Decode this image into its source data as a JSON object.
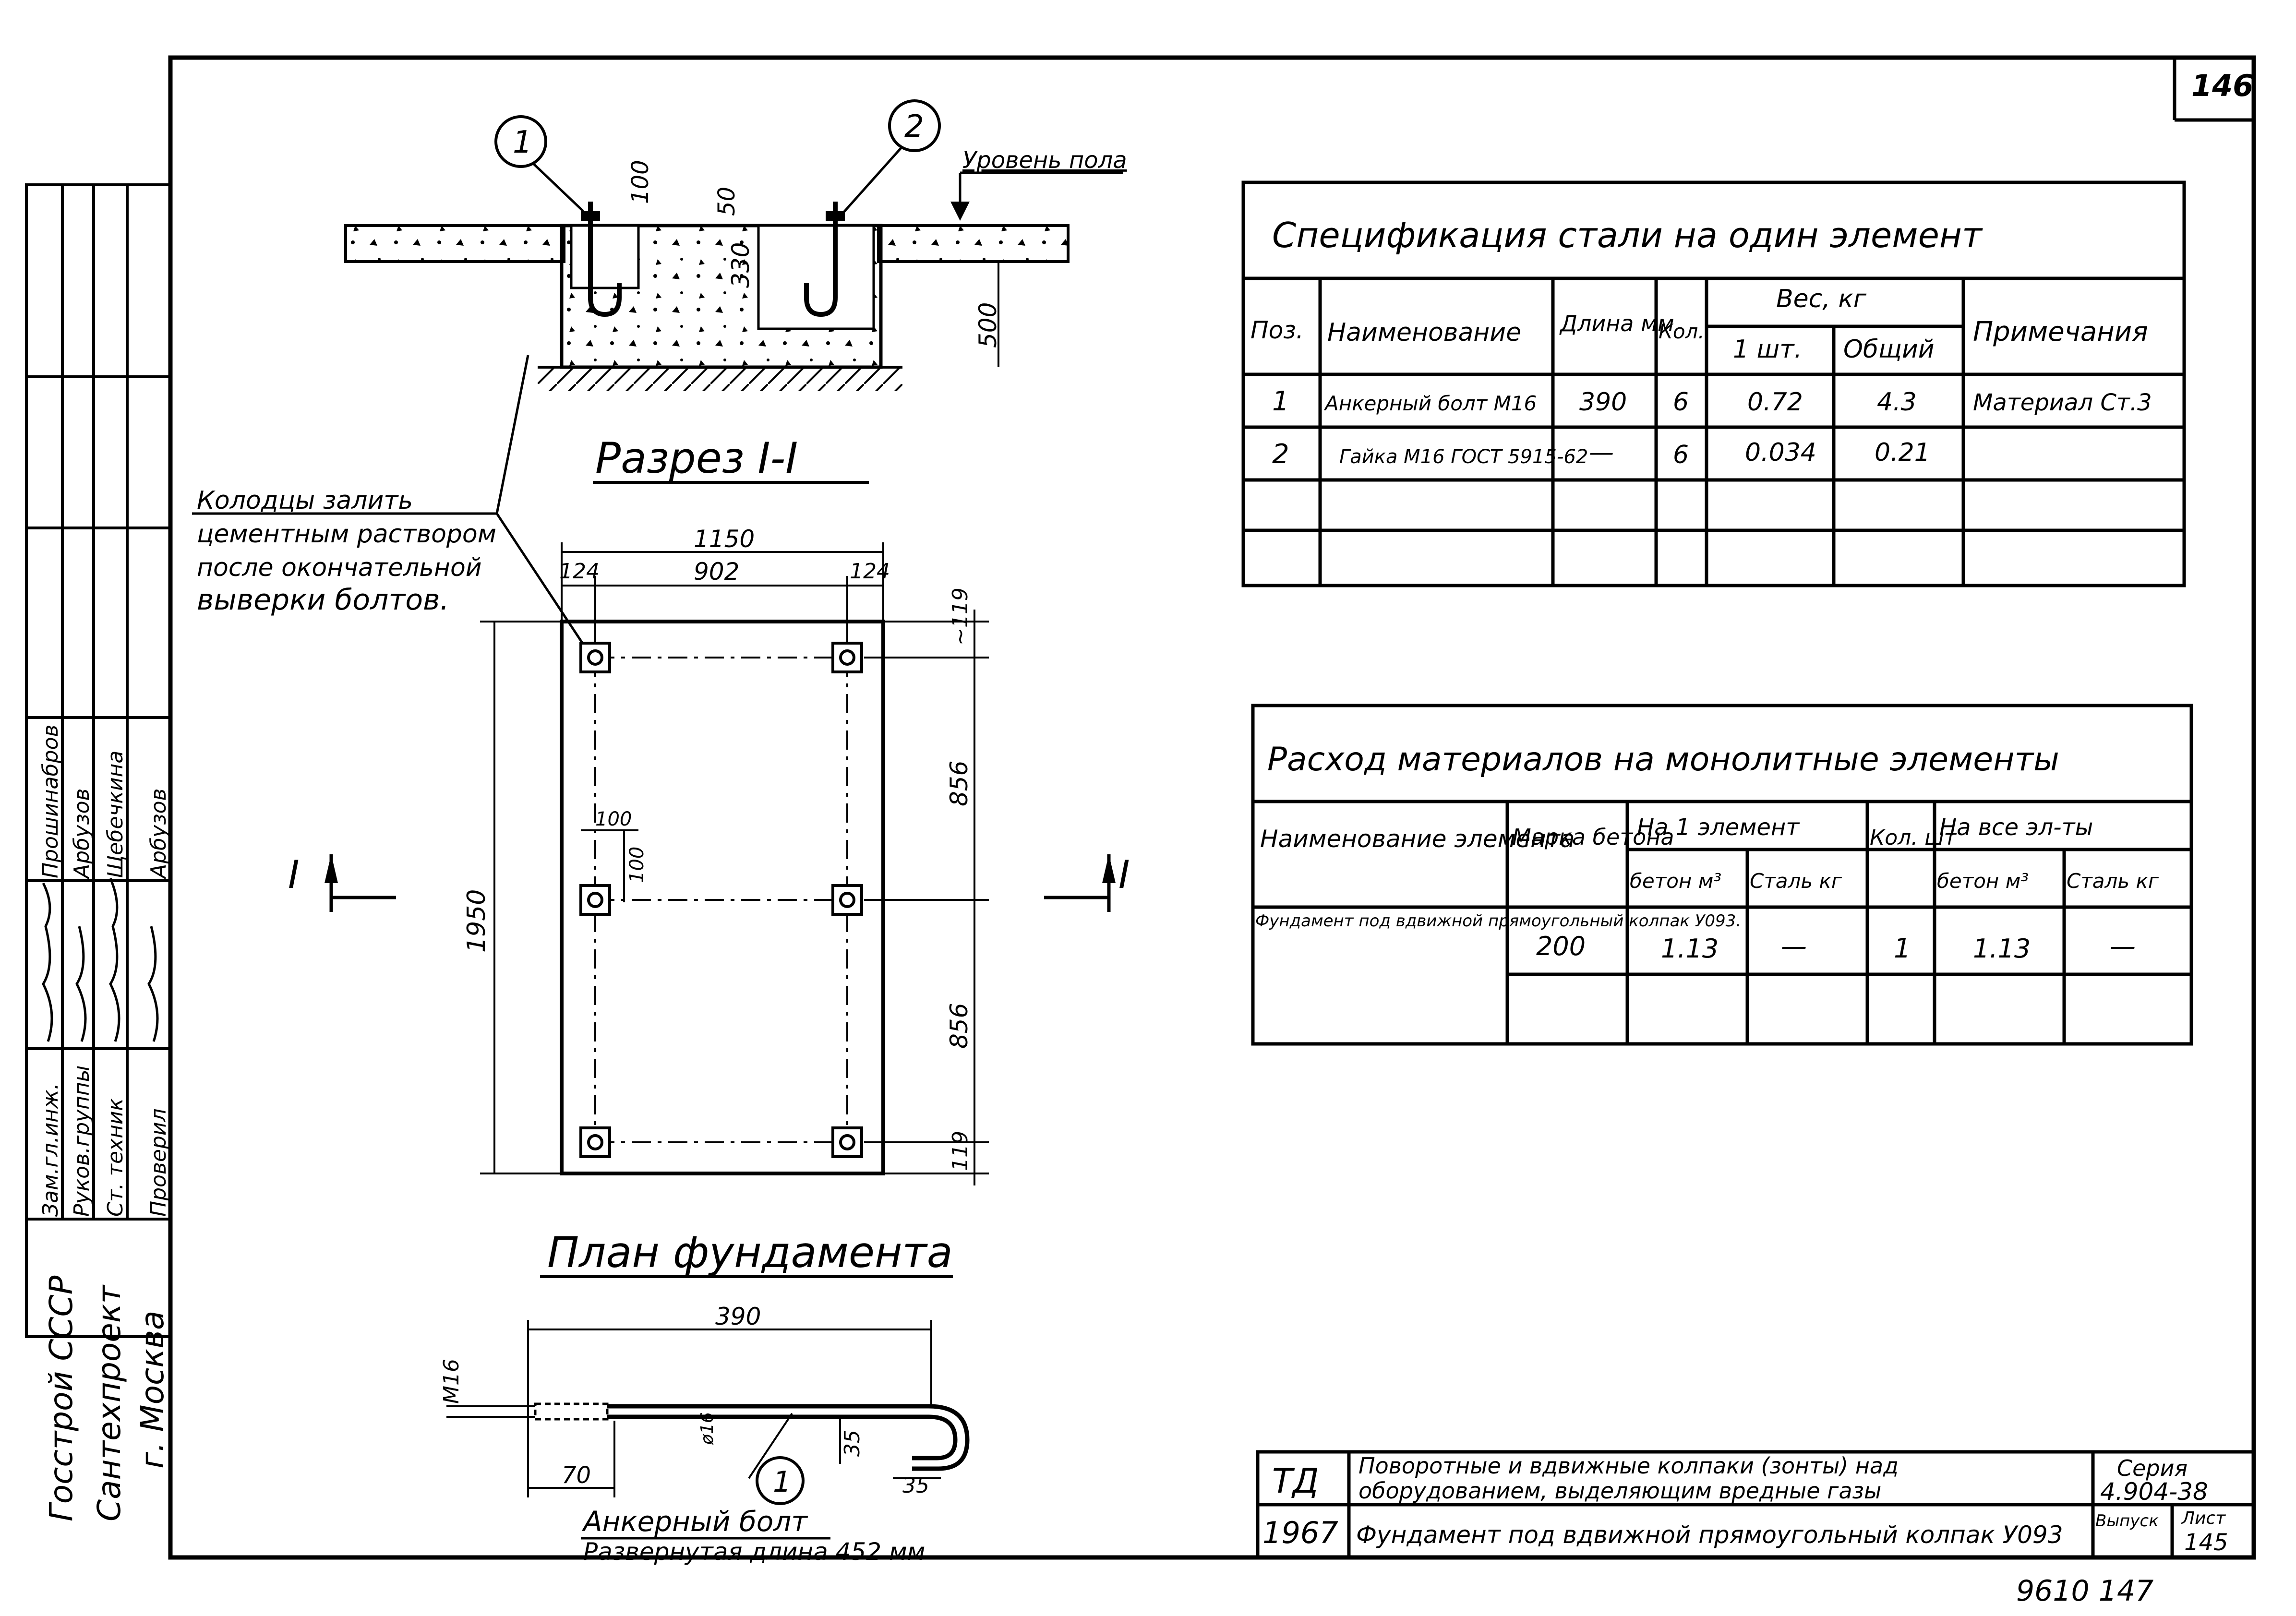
{
  "sheet": {
    "number_corner": "146",
    "bottom_right": "9610  147"
  },
  "side_stamp": {
    "org_line1": "Госстрой СССР",
    "org_line2": "Сантехпроект",
    "org_line3": "г. Москва",
    "roles": [
      "Зам.гл.инж.",
      "Руков.группы",
      "Ст. техник",
      "Проверил"
    ],
    "names": [
      "Прошинабров",
      "Арбузов",
      "Щебечкина",
      "Арбузов"
    ]
  },
  "section": {
    "title": "Разрез I-I",
    "floor_label": "Уровень пола",
    "callouts": [
      "1",
      "2"
    ],
    "dims": [
      "100",
      "50",
      "330",
      "500"
    ]
  },
  "note": {
    "lines": [
      "Колодцы залить",
      "цементным раствором",
      "после окончательной",
      "выверки болтов."
    ]
  },
  "plan": {
    "title": "План фундамента",
    "dims": {
      "overall_width": "1150",
      "edge_left": "124",
      "inner": "902",
      "edge_right": "124",
      "top_offset": "~119",
      "span1": "856",
      "span2": "856",
      "bottom_offset": "119",
      "overall_length": "1950",
      "well_w": "100",
      "well_h": "100"
    },
    "section_marker_left": "I",
    "section_marker_right": "I"
  },
  "bolt": {
    "title": "Анкерный болт",
    "subtitle": "Развернутая длина 452 мм",
    "callout": "1",
    "dims": {
      "length": "390",
      "thread": "M16",
      "thread_len": "70",
      "dia": "ø16",
      "hook_h": "35",
      "hook_w": "35"
    }
  },
  "spec_table": {
    "title": "Спецификация стали на один элемент",
    "headers": {
      "pos": "Поз.",
      "name": "Наименование",
      "length": "Длина мм",
      "qty": "Кол.",
      "weight_group": "Вес, кг",
      "w_one": "1 шт.",
      "w_total": "Общий",
      "note": "Примечания"
    },
    "rows": [
      {
        "pos": "1",
        "name": "Анкерный болт М16",
        "length": "390",
        "qty": "6",
        "w_one": "0.72",
        "w_total": "4.3",
        "note": "Материал Ст.3"
      },
      {
        "pos": "2",
        "name": "Гайка М16 ГОСТ 5915-62",
        "length": "—",
        "qty": "6",
        "w_one": "0.034",
        "w_total": "0.21",
        "note": ""
      }
    ]
  },
  "material_table": {
    "title": "Расход материалов на монолитные элементы",
    "headers": {
      "name": "Наименование элемента",
      "grade": "Марка бетона",
      "per_one": "На 1 элемент",
      "concrete1": "бетон м³",
      "steel1": "Сталь кг",
      "qty": "Кол. шт",
      "per_all": "На все эл-ты",
      "concrete_all": "бетон м³",
      "steel_all": "Сталь кг"
    },
    "row": {
      "name": "Фундамент под вдвижной прямоугольный колпак У093.",
      "grade": "200",
      "concrete1": "1.13",
      "steel1": "—",
      "qty": "1",
      "concrete_all": "1.13",
      "steel_all": "—"
    }
  },
  "title_block": {
    "code": "ТД",
    "year": "1967",
    "line1": "Поворотные и вдвижные колпаки (зонты) над",
    "line2": "оборудованием, выделяющим вредные газы",
    "line3": "Фундамент под вдвижной прямоугольный колпак У093",
    "series_label": "Серия",
    "series_value": "4.904-38",
    "issue_label": "Выпуск",
    "sheet_label": "Лист",
    "sheet_value": "145"
  }
}
